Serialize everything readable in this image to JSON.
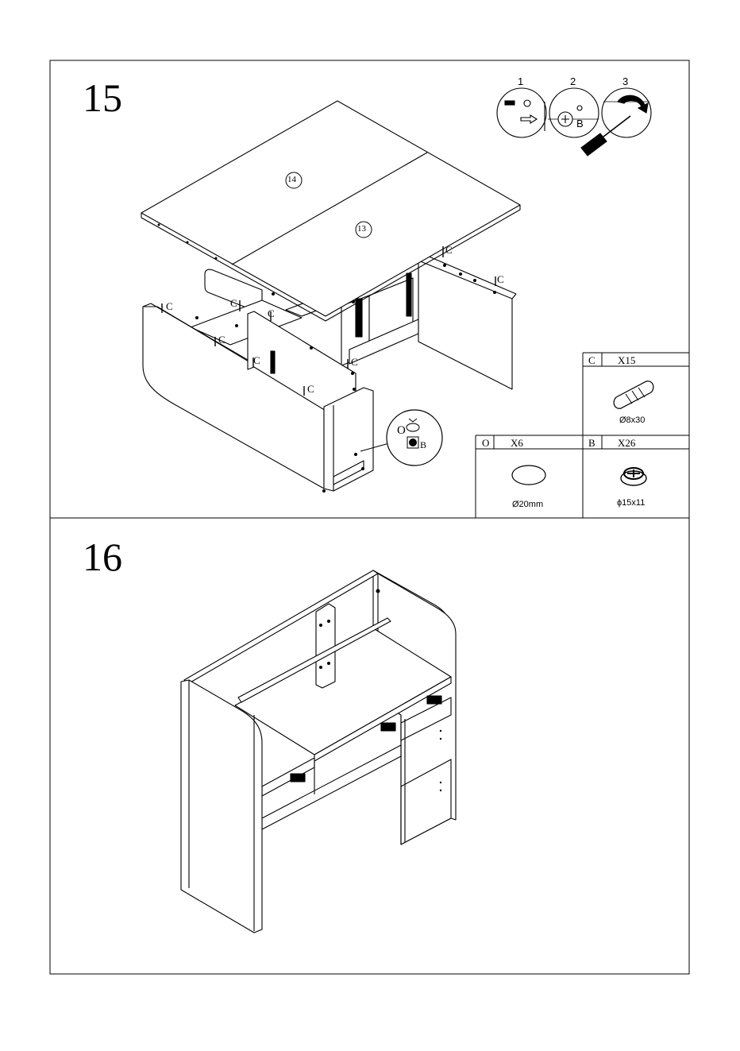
{
  "steps": [
    {
      "number": "15"
    },
    {
      "number": "16"
    }
  ],
  "panel_labels": {
    "top_left": "14",
    "top_right": "13"
  },
  "dowel_callout": "C",
  "detail_callout": {
    "cap": "O",
    "cam": "B"
  },
  "inset_steps": [
    "1",
    "2",
    "3"
  ],
  "inset_cam_label": "B",
  "parts": [
    {
      "letter": "C",
      "qty": "X15",
      "spec": "Ø8x30"
    },
    {
      "letter": "O",
      "qty": "X6",
      "spec": "Ø20mm"
    },
    {
      "letter": "B",
      "qty": "X26",
      "spec": "ϕ15x11"
    }
  ],
  "colors": {
    "line": "#000000",
    "background": "#ffffff"
  }
}
